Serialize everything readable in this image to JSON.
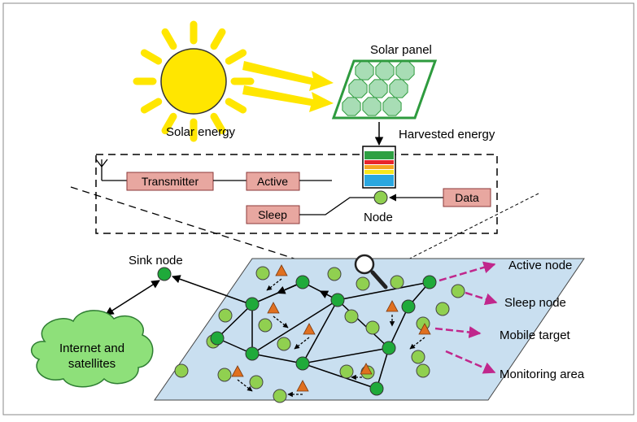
{
  "labels": {
    "solar_energy": "Solar energy",
    "solar_panel": "Solar panel",
    "harvested_energy": "Harvested energy",
    "node": "Node",
    "sink_node": "Sink node",
    "cloud_line1": "Internet and",
    "cloud_line2": "satellites"
  },
  "boxes": {
    "transmitter": "Transmitter",
    "active": "Active",
    "sleep": "Sleep",
    "data": "Data"
  },
  "legend": {
    "active_node": "Active node",
    "sleep_node": "Sleep node",
    "mobile_target": "Mobile target",
    "monitoring_area": "Monitoring area"
  },
  "colors": {
    "sun": "#FFE600",
    "sun_outline": "#333333",
    "ray": "#FFE600",
    "panel_green": "#2E9B3E",
    "panel_cell": "#A8DDB5",
    "box_fill": "#E8A7A0",
    "box_stroke": "#8B3A3A",
    "area_fill": "#C9DFF0",
    "active_node": "#1FAA3A",
    "sleep_node": "#90D050",
    "target": "#E07020",
    "cloud": "#8EE07A",
    "legend_arrow": "#C0278C",
    "battery": [
      "#2EA043",
      "#E8252B",
      "#F5A623",
      "#F8E71C",
      "#2AA7E0"
    ]
  },
  "icons": {
    "antenna": "antenna-icon",
    "magnifier": "magnifier-icon",
    "sun": "sun-icon",
    "cloud": "cloud-icon",
    "battery": "battery-icon"
  }
}
